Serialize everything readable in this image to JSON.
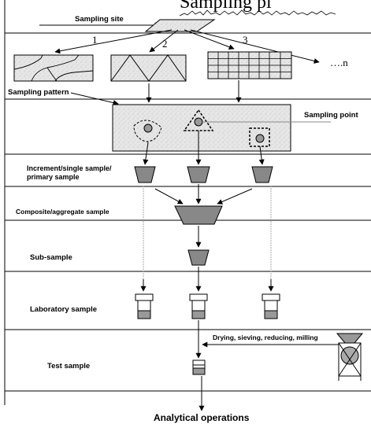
{
  "heading_fragment": "Sampling pl",
  "labels": {
    "sampling_site": "Sampling site",
    "sampling_pattern": "Sampling pattern",
    "sampling_point": "Sampling point",
    "increment_line1": "Increment/single sample/",
    "increment_line2": "primary sample",
    "composite": "Composite/aggregate sample",
    "sub_sample": "Sub-sample",
    "laboratory_sample": "Laboratory sample",
    "test_sample": "Test sample",
    "processing": "Drying, sieving, reducing, milling",
    "analytical": "Analytical operations"
  },
  "pattern_numbers": [
    "1",
    "2",
    "3",
    "….n"
  ]
}
